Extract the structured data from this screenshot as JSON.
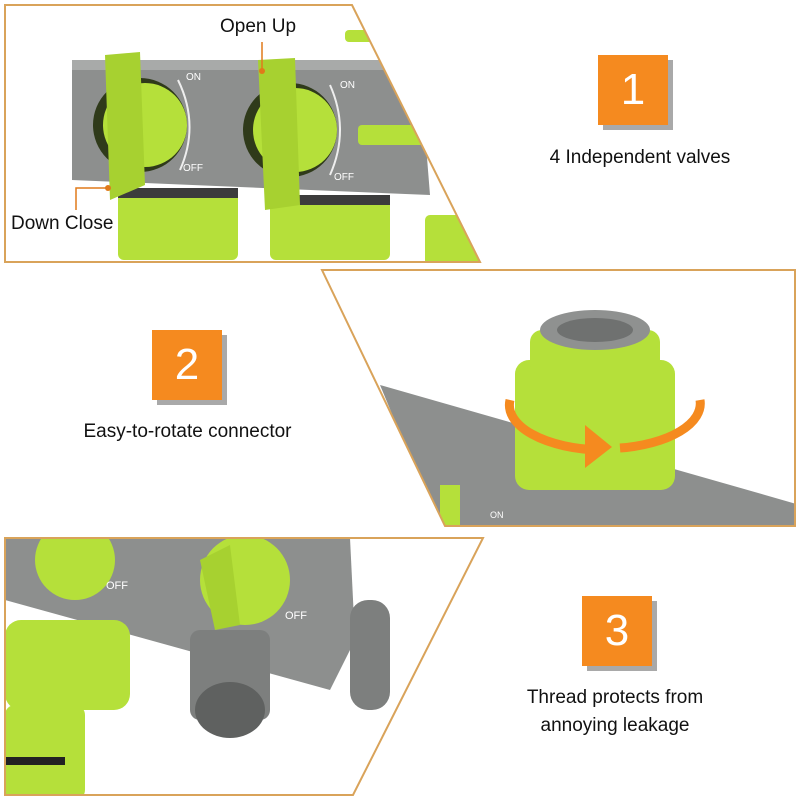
{
  "features": [
    {
      "number": "1",
      "caption": "4 Independent valves"
    },
    {
      "number": "2",
      "caption": "Easy-to-rotate connector"
    },
    {
      "number": "3",
      "caption_line1": "Thread protects from",
      "caption_line2": "annoying leakage"
    }
  ],
  "panel1": {
    "label_open": "Open Up",
    "label_close": "Down Close",
    "dial_on": "ON",
    "dial_off": "OFF"
  },
  "panel2": {
    "dial_on": "ON"
  },
  "panel3": {
    "dial_off": "OFF"
  },
  "colors": {
    "accent_orange": "#f58a1f",
    "frame_border": "#d9a35a",
    "valve_green": "#b5e03a",
    "body_gray": "#8d8f8e",
    "badge_shadow": "#a9a9a9"
  }
}
